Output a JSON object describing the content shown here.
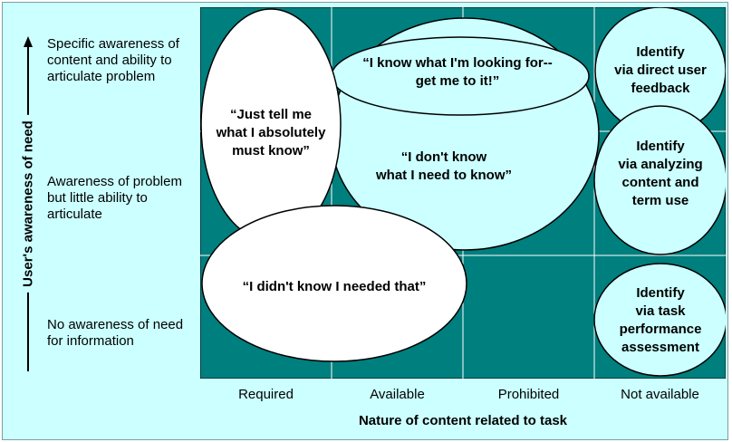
{
  "y_axis": {
    "label": "User's awareness of need",
    "levels": [
      "Specific awareness of content and ability to articulate problem",
      "Awareness of problem but little ability to articulate",
      "No awareness of need for information"
    ]
  },
  "x_axis": {
    "label": "Nature of content related to task",
    "categories": [
      "Required",
      "Available",
      "Prohibited",
      "Not available"
    ]
  },
  "bubbles": {
    "looking_for": "“I know what I'm looking for--\nget me to it!”",
    "tell_me": "“Just tell me\nwhat I absolutely\nmust know”",
    "dont_know": "“I don't know\nwhat I need to know”",
    "didnt_know": "“I didn't know I needed that”",
    "identify_feedback": "Identify\nvia direct user\nfeedback",
    "identify_analyzing": "Identify\nvia analyzing\ncontent and\nterm use",
    "identify_performance": "Identify\nvia task\nperformance\nassessment"
  },
  "colors": {
    "background": "#ccffff",
    "grid_fill": "#007f7f",
    "bubble_light": "#ccffff",
    "bubble_white": "#ffffff",
    "grid_line": "#ffffff"
  }
}
